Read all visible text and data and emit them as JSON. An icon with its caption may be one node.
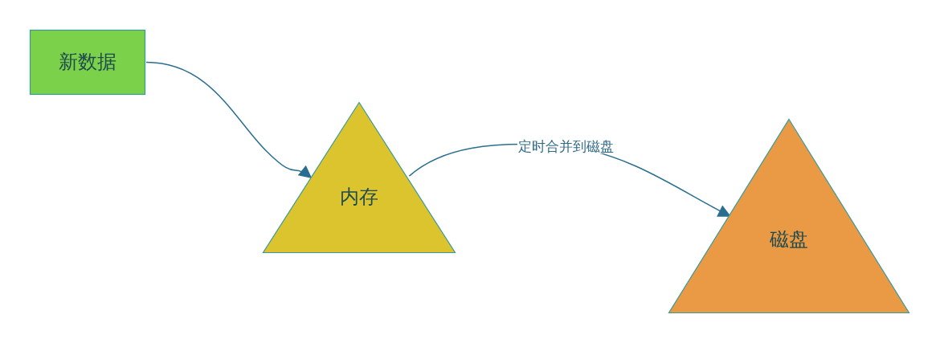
{
  "diagram": {
    "nodes": [
      {
        "text": [
          "新数据"
        ]
      },
      {
        "text": [
          "内存"
        ]
      },
      {
        "text": [
          "磁盘"
        ]
      }
    ],
    "edges": [
      {
        "from": 0,
        "to": 1,
        "arrow": "to"
      },
      {
        "from": 1,
        "to": 2,
        "arrow": "to",
        "label": "定时合并到磁盘"
      }
    ]
  }
}
